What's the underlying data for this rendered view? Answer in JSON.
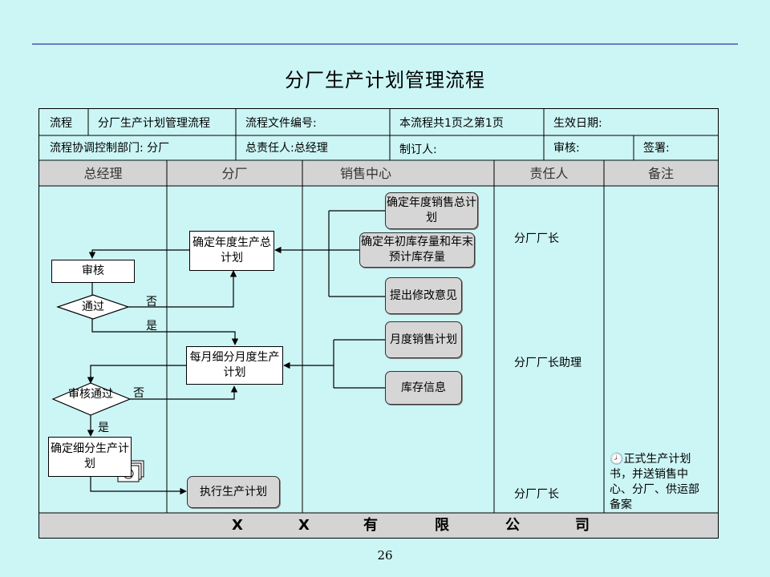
{
  "page_title": "分厂生产计划管理流程",
  "page_number": "26",
  "header": {
    "row1": {
      "c1": "流程",
      "c2": "分厂生产计划管理流程",
      "c3": "流程文件编号:",
      "c4": "本流程共1页之第1页",
      "c5": "生效日期:"
    },
    "row2": {
      "c1": "流程协调控制部门: 分厂",
      "c2": "总责任人:总经理",
      "c3": "制订人:",
      "c4": "审核:",
      "c5": "签署:"
    }
  },
  "lanes": [
    "总经理",
    "分厂",
    "销售中心",
    "责任人",
    "备注"
  ],
  "boxes": {
    "annual_sales_plan": "确定年度销售总计划",
    "initial_inventory": "确定年初库存量和年末预计库存量",
    "revisions": "提出修改意见",
    "annual_production_plan": "确定年度生产总计划",
    "review": "审核",
    "pass": "通过",
    "monthly_sales_plan": "月度销售计划",
    "inventory_info": "库存信息",
    "monthly_production_plan": "每月细分月度生产计划",
    "review_pass": "审核通过",
    "detailed_plan": "确定细分生产计划",
    "execute_plan": "执行生产计划"
  },
  "decision_labels": {
    "no1": "否",
    "yes1": "是",
    "no2": "否",
    "yes2": "是"
  },
  "responsible": {
    "r1": "分厂厂长",
    "r2": "分厂厂长助理",
    "r3": "分厂厂长"
  },
  "note": "正式生产计划书，并送销售中心、分厂、供运部备案",
  "footer": {
    "chars": [
      "X",
      "X",
      "有",
      "限",
      "公",
      "司"
    ]
  }
}
